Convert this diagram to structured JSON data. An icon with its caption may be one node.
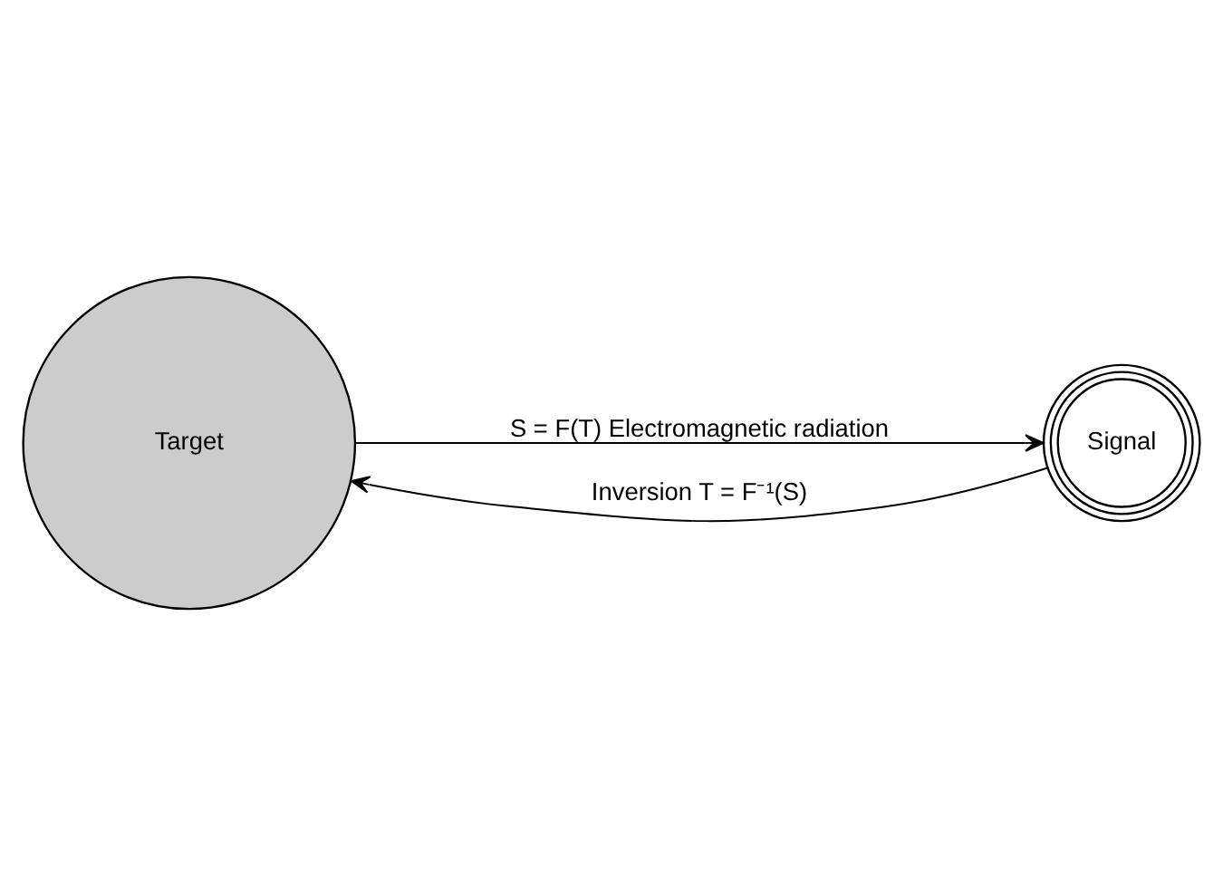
{
  "diagram": {
    "nodes": [
      {
        "text": [
          "Target"
        ]
      },
      {
        "text": [
          "Signal"
        ]
      }
    ],
    "edges": [
      {
        "from": 0,
        "to": 1,
        "arrow": "to",
        "label": "S = F(T) Electromagnetic radiation"
      },
      {
        "from": 1,
        "to": 0,
        "arrow": "to",
        "label": "Inversion T = F⁻¹(S)"
      }
    ]
  }
}
